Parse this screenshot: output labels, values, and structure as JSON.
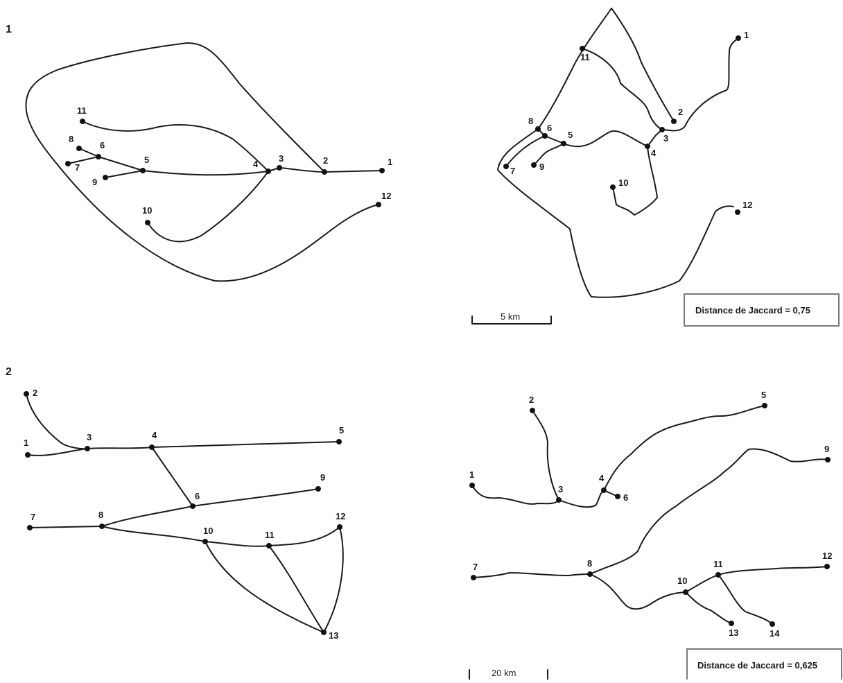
{
  "panels": [
    {
      "number": "1",
      "jaccard": "Distance de Jaccard = 0,75",
      "scale": "5 km"
    },
    {
      "number": "2",
      "jaccard": "Distance de Jaccard = 0,625",
      "scale": "20 km"
    }
  ],
  "node_labels": {
    "p1_left": [
      "1",
      "2",
      "3",
      "4",
      "5",
      "6",
      "7",
      "8",
      "9",
      "10",
      "11",
      "12"
    ],
    "p1_right": [
      "1",
      "2",
      "3",
      "4",
      "5",
      "6",
      "7",
      "8",
      "9",
      "10",
      "11",
      "12"
    ],
    "p2_left": [
      "1",
      "2",
      "3",
      "4",
      "5",
      "6",
      "7",
      "8",
      "9",
      "10",
      "11",
      "12",
      "13"
    ],
    "p2_right": [
      "1",
      "2",
      "3",
      "4",
      "5",
      "6",
      "7",
      "8",
      "9",
      "10",
      "11",
      "12",
      "13",
      "14"
    ]
  }
}
